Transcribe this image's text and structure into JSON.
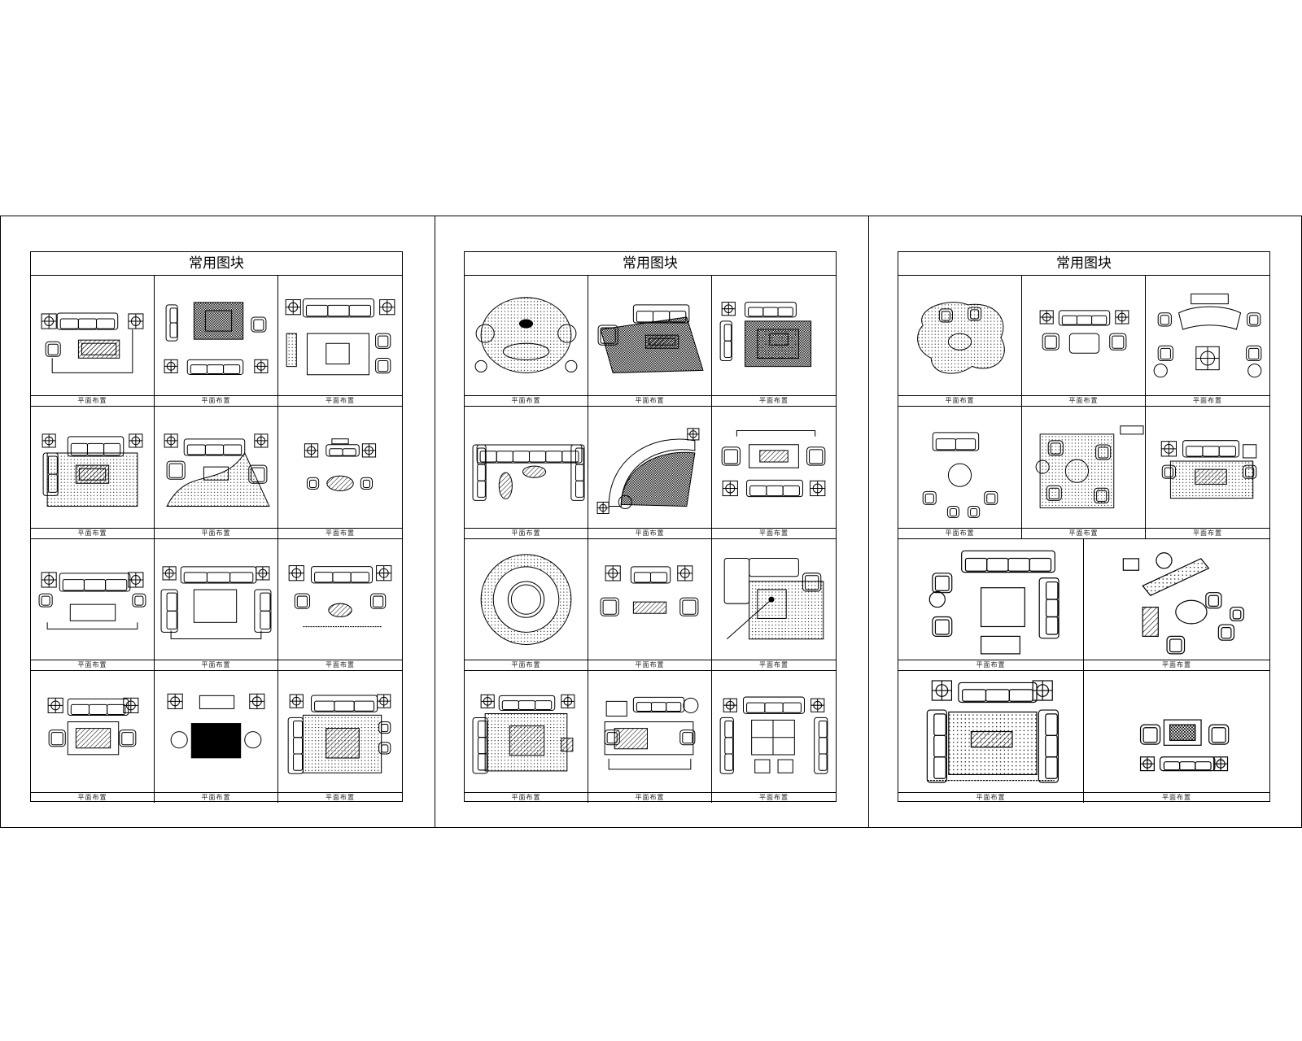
{
  "sheets": [
    {
      "title": "常用图块",
      "cols": 3,
      "blocks": [
        {
          "caption": "平面布置",
          "icon": "sofa-set-rect-table-icon"
        },
        {
          "caption": "平面布置",
          "icon": "sofa-set-rug-medallion-icon"
        },
        {
          "caption": "平面布置",
          "icon": "sofa-set-square-table-icon"
        },
        {
          "caption": "平面布置",
          "icon": "sofa-set-fringed-rug-icon"
        },
        {
          "caption": "平面布置",
          "icon": "sofa-set-patterned-rug-icon"
        },
        {
          "caption": "平面布置",
          "icon": "sofa-set-oval-table-icon"
        },
        {
          "caption": "平面布置",
          "icon": "sofa-set-cushions-icon"
        },
        {
          "caption": "平面布置",
          "icon": "sofa-set-square-center-icon"
        },
        {
          "caption": "平面布置",
          "icon": "sofa-set-oval-rug-icon"
        },
        {
          "caption": "平面布置",
          "icon": "sofa-set-hatched-rug-icon"
        },
        {
          "caption": "平面布置",
          "icon": "sofa-set-dark-rug-icon"
        },
        {
          "caption": "平面布置",
          "icon": "sofa-set-dotted-carpet-icon"
        }
      ]
    },
    {
      "title": "常用图块",
      "cols": 3,
      "blocks": [
        {
          "caption": "平面布置",
          "icon": "round-sofa-rug-icon"
        },
        {
          "caption": "平面布置",
          "icon": "sofa-angled-rug-icon"
        },
        {
          "caption": "平面布置",
          "icon": "sofa-dark-rug-icon"
        },
        {
          "caption": "平面布置",
          "icon": "u-sofa-oval-table-icon"
        },
        {
          "caption": "平面布置",
          "icon": "curved-sofa-icon"
        },
        {
          "caption": "平面布置",
          "icon": "sofa-set-tv-icon"
        },
        {
          "caption": "平面布置",
          "icon": "circular-sofa-icon"
        },
        {
          "caption": "平面布置",
          "icon": "sofa-set-armchairs-icon"
        },
        {
          "caption": "平面布置",
          "icon": "l-sofa-rug-icon"
        },
        {
          "caption": "平面布置",
          "icon": "sofa-set-dotted-rug-icon"
        },
        {
          "caption": "平面布置",
          "icon": "sofa-set-striped-rug-icon"
        },
        {
          "caption": "平面布置",
          "icon": "sofa-set-quad-table-icon"
        }
      ]
    },
    {
      "title": "常用图块",
      "cols": 3,
      "blocks": [
        {
          "caption": "平面布置",
          "icon": "freeform-sofa-icon"
        },
        {
          "caption": "平面布置",
          "icon": "sofa-set-compact-icon"
        },
        {
          "caption": "平面布置",
          "icon": "curved-sofa-chairs-icon"
        },
        {
          "caption": "平面布置",
          "icon": "sofa-round-table-icon"
        },
        {
          "caption": "平面布置",
          "icon": "chairs-round-table-rug-icon"
        },
        {
          "caption": "平面布置",
          "icon": "sofa-set-wide-rug-icon"
        },
        {
          "caption": "平面布置",
          "icon": "lounge-square-table-icon"
        },
        {
          "caption": "平面布置",
          "icon": "angled-lounge-icon"
        },
        {
          "caption": "平面布置",
          "icon": "sofa-set-large-rug-icon"
        },
        {
          "caption": "平面布置",
          "icon": "sofa-set-small-rug-icon"
        }
      ]
    }
  ]
}
